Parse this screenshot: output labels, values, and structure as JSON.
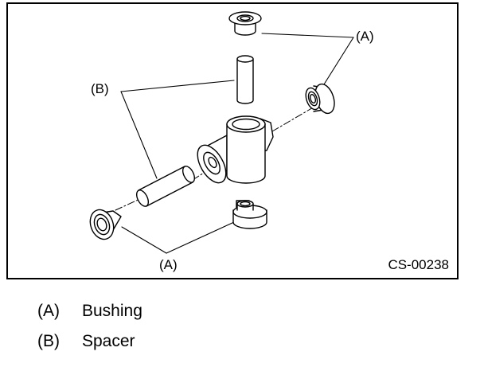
{
  "figure": {
    "code": "CS-00238",
    "callouts": {
      "a_top": "(A)",
      "b_left": "(B)",
      "a_bottom": "(A)"
    }
  },
  "legend": [
    {
      "key": "(A)",
      "text": "Bushing"
    },
    {
      "key": "(B)",
      "text": "Spacer"
    }
  ]
}
